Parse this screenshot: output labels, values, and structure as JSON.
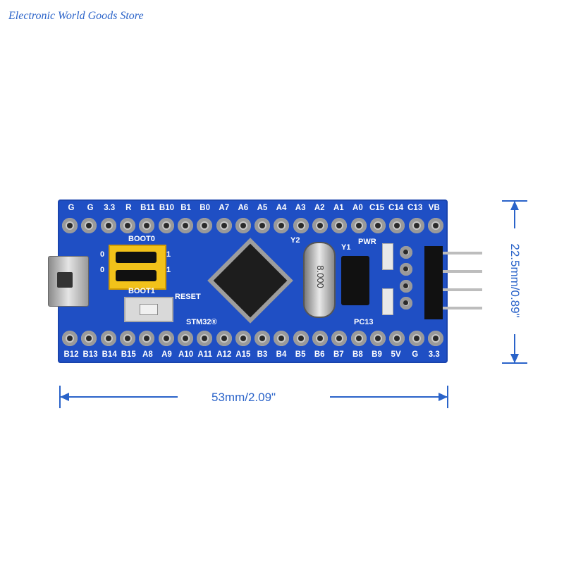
{
  "store_name": "Electronic World Goods Store",
  "board": {
    "top_pin_labels": [
      "G",
      "G",
      "3.3",
      "R",
      "B11",
      "B10",
      "B1",
      "B0",
      "A7",
      "A6",
      "A5",
      "A4",
      "A3",
      "A2",
      "A1",
      "A0",
      "C15",
      "C14",
      "C13",
      "VB"
    ],
    "bottom_pin_labels": [
      "B12",
      "B13",
      "B14",
      "B15",
      "A8",
      "A9",
      "A10",
      "A11",
      "A12",
      "A15",
      "B3",
      "B4",
      "B5",
      "B6",
      "B7",
      "B8",
      "B9",
      "5V",
      "G",
      "3.3"
    ],
    "labels": {
      "boot0": "BOOT0",
      "boot1": "BOOT1",
      "reset": "RESET",
      "stm32": "STM32®",
      "y1": "Y1",
      "y2": "Y2",
      "pwr": "PWR",
      "pc13": "PC13",
      "jumper_0a": "0",
      "jumper_0b": "0",
      "jumper_1a": "1",
      "jumper_1b": "1",
      "crystal_text": "8.000"
    }
  },
  "dimensions": {
    "width": "53mm/2.09\"",
    "height": "22.5mm/0.89\""
  },
  "colors": {
    "board_blue": "#1f4fc4",
    "dimension_blue": "#2a63c9",
    "jumper_yellow": "#f2c21a"
  }
}
